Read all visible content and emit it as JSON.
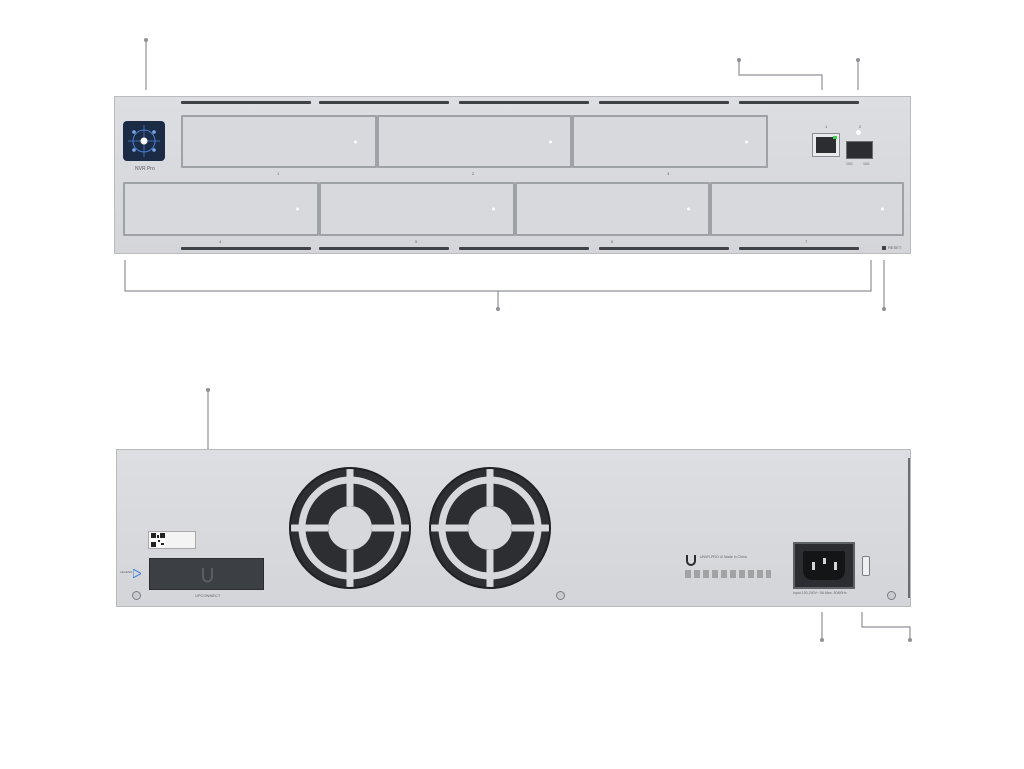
{
  "front": {
    "model_label": "NVR Pro",
    "bay_numbers": [
      "1",
      "2",
      "3",
      "4",
      "5",
      "6",
      "7"
    ],
    "port_labels": [
      "1",
      "2"
    ],
    "sfp_labels": [
      "10G",
      "10G"
    ],
    "reset_label": "RESET"
  },
  "rear": {
    "port_label": "UPCONNECT",
    "port_button_text": "LEGEND",
    "regulatory_text": "UNVR-PRO  UI  Made in China",
    "power_text": "Input 100-240V~ 5A Max. 50/60Hz"
  }
}
